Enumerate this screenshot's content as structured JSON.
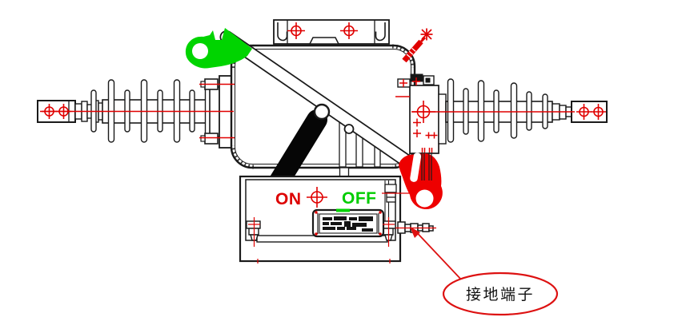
{
  "diagram": {
    "type": "engineering-drawing",
    "subject": "pole-mounted circuit breaker side view with bushings",
    "labels": {
      "on": "ON",
      "off": "OFF",
      "ground_callout": "接地端子"
    },
    "colors": {
      "line": "#1a1a1a",
      "red_accent": "#e00000",
      "green_accent": "#00d400",
      "on_text": "#dd0000",
      "off_text": "#00cc00",
      "background": "#ffffff"
    }
  }
}
